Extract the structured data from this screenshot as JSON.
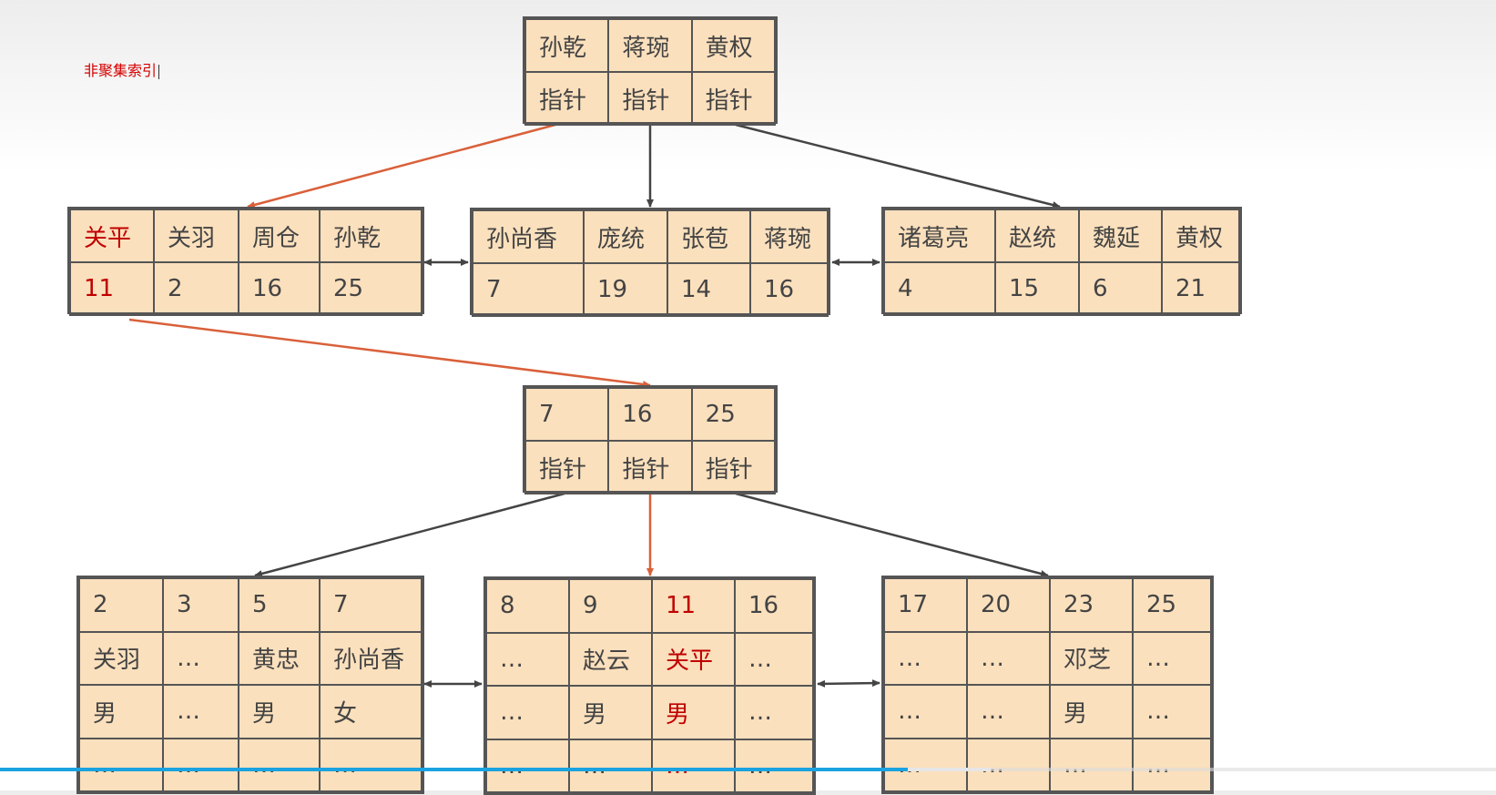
{
  "caption": "非聚集索引",
  "video_progress": {
    "played_fraction": 0.607,
    "buffered_fraction": 0.662
  },
  "colors": {
    "node_fill": "#fbe0bd",
    "border": "#555555",
    "highlight_text": "#c00000",
    "highlight_arrow": "#d9603a",
    "arrow": "#444444",
    "progress": "#1aa3e0"
  },
  "name_index": {
    "root": {
      "keys": [
        "孙乾",
        "蒋琬",
        "黄权"
      ],
      "pointers": [
        "指针",
        "指针",
        "指针"
      ]
    },
    "leaves": [
      {
        "names": [
          "关平",
          "关羽",
          "周仓",
          "孙乾"
        ],
        "ids": [
          "11",
          "2",
          "16",
          "25"
        ]
      },
      {
        "names": [
          "孙尚香",
          "庞统",
          "张苞",
          "蒋琬"
        ],
        "ids": [
          "7",
          "19",
          "14",
          "16"
        ]
      },
      {
        "names": [
          "诸葛亮",
          "赵统",
          "魏延",
          "黄权"
        ],
        "ids": [
          "4",
          "15",
          "6",
          "21"
        ]
      }
    ]
  },
  "id_index": {
    "root": {
      "keys": [
        "7",
        "16",
        "25"
      ],
      "pointers": [
        "指针",
        "指针",
        "指针"
      ]
    },
    "leaves": [
      {
        "rows": [
          [
            "2",
            "3",
            "5",
            "7"
          ],
          [
            "关羽",
            "…",
            "黄忠",
            "孙尚香"
          ],
          [
            "男",
            "…",
            "男",
            "女"
          ],
          [
            "…",
            "…",
            "…",
            "…"
          ]
        ]
      },
      {
        "rows": [
          [
            "8",
            "9",
            "11",
            "16"
          ],
          [
            "…",
            "赵云",
            "关平",
            "…"
          ],
          [
            "…",
            "男",
            "男",
            "…"
          ],
          [
            "…",
            "…",
            "…",
            "…"
          ]
        ]
      },
      {
        "rows": [
          [
            "17",
            "20",
            "23",
            "25"
          ],
          [
            "…",
            "…",
            "邓芝",
            "…"
          ],
          [
            "…",
            "…",
            "男",
            "…"
          ],
          [
            "…",
            "…",
            "…",
            "…"
          ]
        ]
      }
    ]
  }
}
